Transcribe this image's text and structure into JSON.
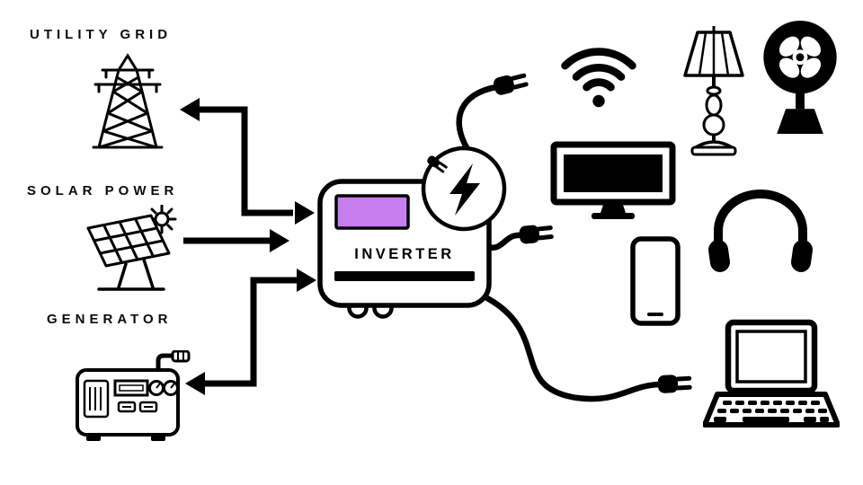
{
  "diagram": {
    "inverter": {
      "label": "INVERTER",
      "screen_color": "#c97ef0",
      "badge_icon": "lightning-bolt-plug-icon"
    },
    "sources": [
      {
        "id": "utility-grid",
        "label": "UTILITY GRID",
        "icon": "transmission-tower-icon",
        "flow": "bidirectional"
      },
      {
        "id": "solar-power",
        "label": "SOLAR POWER",
        "icon": "solar-panel-icon",
        "flow": "to-inverter"
      },
      {
        "id": "generator",
        "label": "GENERATOR",
        "icon": "generator-icon",
        "flow": "bidirectional"
      }
    ],
    "devices": [
      {
        "id": "wifi-router",
        "icon": "wifi-icon"
      },
      {
        "id": "table-lamp",
        "icon": "table-lamp-icon"
      },
      {
        "id": "desk-fan",
        "icon": "desk-fan-icon"
      },
      {
        "id": "monitor",
        "icon": "monitor-icon"
      },
      {
        "id": "smartphone",
        "icon": "smartphone-icon"
      },
      {
        "id": "headphones",
        "icon": "headphones-icon"
      },
      {
        "id": "laptop",
        "icon": "laptop-icon"
      }
    ],
    "plug_count": 3,
    "colors": {
      "background": "#ffffff",
      "line": "#000000",
      "screen": "#c97ef0"
    }
  }
}
